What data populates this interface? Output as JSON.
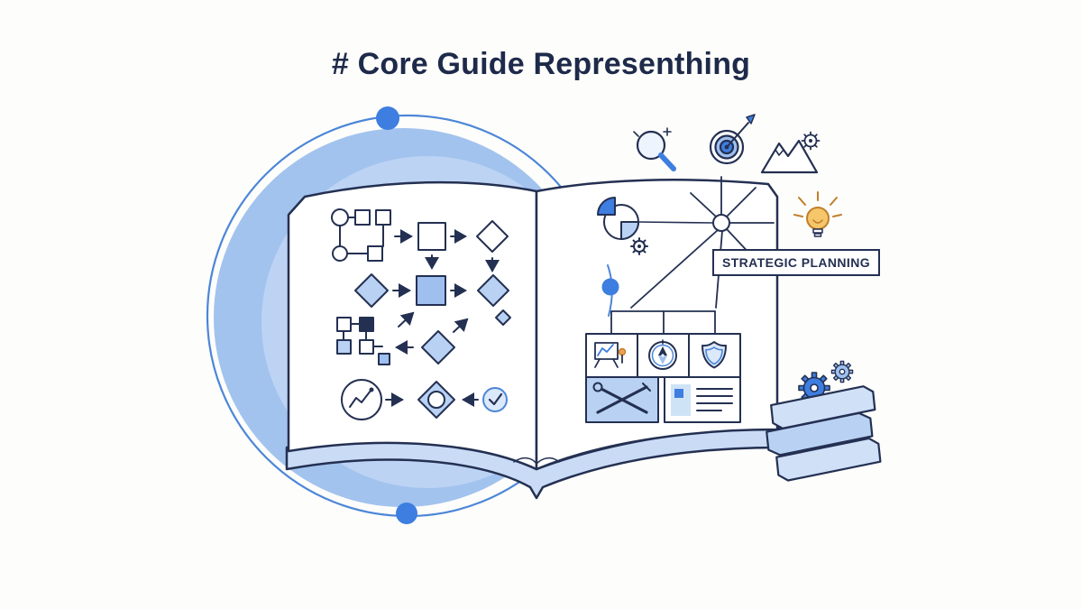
{
  "title": "# Core Guide Representhing",
  "labels": {
    "strategic_planning": "STRATEGIC PLANNING"
  },
  "colors": {
    "navy": "#243052",
    "accent_blue": "#3e7ee0",
    "orbit_blue": "#4c86d8",
    "light_blue": "#b9d2f3",
    "pale_blue": "#dce9fa",
    "amber": "#f6c66b",
    "background": "#fdfdfb"
  },
  "icons": [
    "magnifier-icon",
    "target-icon",
    "mountains-icon",
    "gear-icon",
    "pie-chart-icon",
    "radial-node-icon",
    "lightbulb-icon",
    "presentation-icon",
    "compass-icon",
    "shield-icon",
    "tools-icon",
    "checklist-icon",
    "trend-circle-icon",
    "check-circle-icon",
    "gears-icon",
    "book-stack-icon",
    "flowchart-shapes"
  ]
}
